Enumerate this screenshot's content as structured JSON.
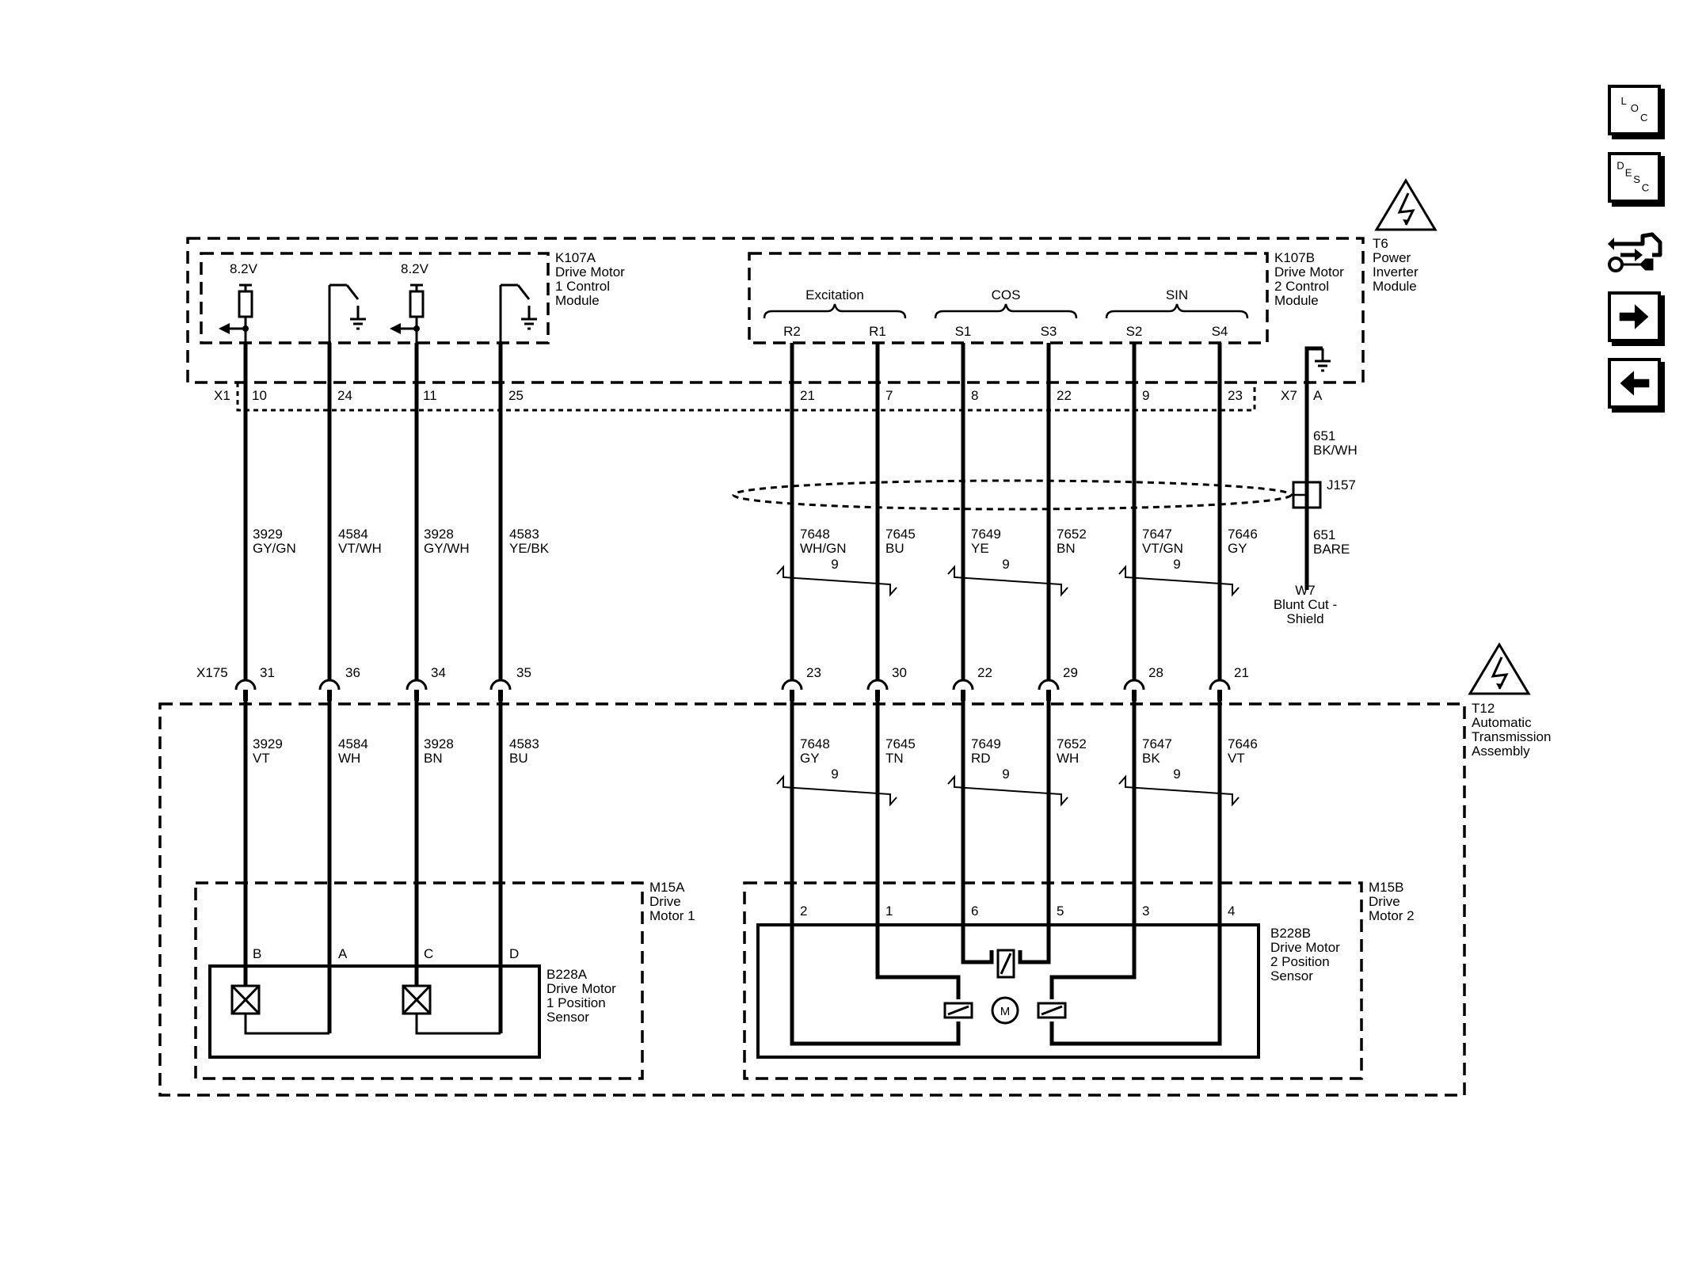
{
  "nav": {
    "loc": {
      "l1": "L",
      "l2": "O",
      "l3": "C"
    },
    "desc": {
      "l1": "D",
      "l2": "E",
      "l3": "S",
      "l4": "C"
    }
  },
  "modules": {
    "t6": {
      "id": "T6",
      "lines": [
        "Power",
        "Inverter",
        "Module"
      ]
    },
    "k107a": {
      "id": "K107A",
      "lines": [
        "Drive Motor",
        "1 Control",
        "Module"
      ]
    },
    "k107b": {
      "id": "K107B",
      "lines": [
        "Drive Motor",
        "2 Control",
        "Module"
      ]
    },
    "t12": {
      "id": "T12",
      "lines": [
        "Automatic",
        "Transmission",
        "Assembly"
      ]
    },
    "m15a": {
      "id": "M15A",
      "lines": [
        "Drive",
        "Motor 1"
      ]
    },
    "m15b": {
      "id": "M15B",
      "lines": [
        "Drive",
        "Motor 2"
      ]
    },
    "b228a": {
      "id": "B228A",
      "lines": [
        "Drive Motor",
        "1 Position",
        "Sensor"
      ]
    },
    "b228b": {
      "id": "B228B",
      "lines": [
        "Drive Motor",
        "2 Position",
        "Sensor"
      ]
    }
  },
  "voltage": [
    "8.2V",
    "8.2V"
  ],
  "groups": [
    "Excitation",
    "COS",
    "SIN"
  ],
  "pin_names": [
    "R2",
    "R1",
    "S1",
    "S3",
    "S2",
    "S4"
  ],
  "connectors": {
    "x1": "X1",
    "x1_pins": [
      "10",
      "24",
      "11",
      "25",
      "21",
      "7",
      "8",
      "22",
      "9",
      "23"
    ],
    "x7": "X7",
    "x7_pin": "A",
    "x175": "X175",
    "x175_pins": [
      "31",
      "36",
      "34",
      "35",
      "23",
      "30",
      "22",
      "29",
      "28",
      "21"
    ]
  },
  "upper_wires": [
    {
      "circuit": "3929",
      "color": "GY/GN"
    },
    {
      "circuit": "4584",
      "color": "VT/WH"
    },
    {
      "circuit": "3928",
      "color": "GY/WH"
    },
    {
      "circuit": "4583",
      "color": "YE/BK"
    },
    {
      "circuit": "7648",
      "color": "WH/GN"
    },
    {
      "circuit": "7645",
      "color": "BU"
    },
    {
      "circuit": "7649",
      "color": "YE"
    },
    {
      "circuit": "7652",
      "color": "BN"
    },
    {
      "circuit": "7647",
      "color": "VT/GN"
    },
    {
      "circuit": "7646",
      "color": "GY"
    }
  ],
  "lower_wires": [
    {
      "circuit": "3929",
      "color": "VT"
    },
    {
      "circuit": "4584",
      "color": "WH"
    },
    {
      "circuit": "3928",
      "color": "BN"
    },
    {
      "circuit": "4583",
      "color": "BU"
    },
    {
      "circuit": "7648",
      "color": "GY"
    },
    {
      "circuit": "7645",
      "color": "TN"
    },
    {
      "circuit": "7649",
      "color": "RD"
    },
    {
      "circuit": "7652",
      "color": "WH"
    },
    {
      "circuit": "7647",
      "color": "BK"
    },
    {
      "circuit": "7646",
      "color": "VT"
    }
  ],
  "twist_label": "9",
  "shield": {
    "circuit_top": "651",
    "color_top": "BK/WH",
    "splice": "J157",
    "circuit_bottom": "651",
    "color_bottom": "BARE",
    "ground": {
      "id": "W7",
      "lines": [
        "Blunt Cut -",
        "Shield"
      ]
    }
  },
  "sensor_pins_a": [
    "B",
    "A",
    "C",
    "D"
  ],
  "sensor_pins_b": [
    "2",
    "1",
    "6",
    "5",
    "3",
    "4"
  ],
  "motor_symbol": "M"
}
